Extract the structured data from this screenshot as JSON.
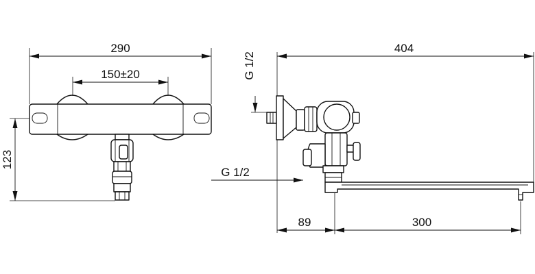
{
  "front_view": {
    "width_label": "290",
    "centers_label": "150±20",
    "height_label": "123"
  },
  "side_view": {
    "length_label": "404",
    "wall_offset_label": "89",
    "spout_label": "300",
    "inlet_thread_label": "G 1/2",
    "outlet_thread_label": "G 1/2"
  }
}
